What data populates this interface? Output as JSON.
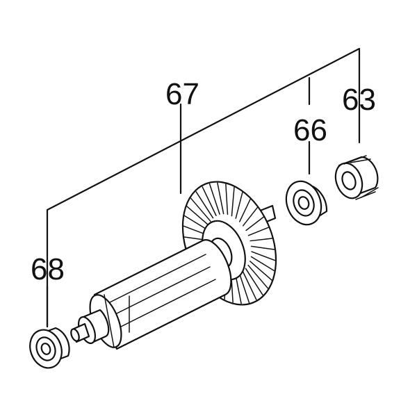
{
  "diagram": {
    "labels": {
      "armature": "67",
      "bearing_rear": "66",
      "insulation_washer": "63",
      "bearing_front": "68"
    }
  }
}
